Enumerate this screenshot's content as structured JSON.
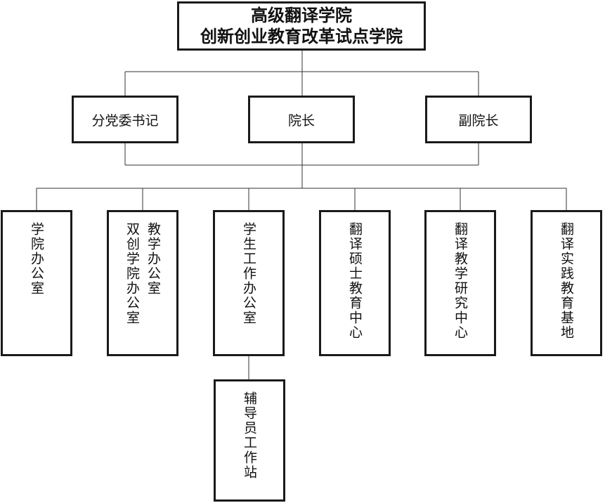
{
  "college": {
    "name": "高级翻译学院",
    "subtitle": "创新创业教育改革试点学院"
  },
  "leadership": [
    {
      "id": "party-secretary",
      "label": "分党委书记"
    },
    {
      "id": "dean",
      "label": "院长"
    },
    {
      "id": "vice-dean",
      "label": "副院长"
    }
  ],
  "departments": [
    {
      "id": "college-office",
      "label": "学院办公室"
    },
    {
      "id": "teaching-office",
      "label": "教学办公室"
    },
    {
      "id": "innovation-office",
      "label": "双创学院办公室"
    },
    {
      "id": "student-affairs-office",
      "label": "学生工作办公室"
    },
    {
      "id": "mti-center",
      "label": "翻译硕士教育中心"
    },
    {
      "id": "translation-teaching-research-center",
      "label": "翻译教学研究中心"
    },
    {
      "id": "translation-practice-base",
      "label": "翻译实践教育基地"
    }
  ],
  "sub_units": [
    {
      "id": "counselor-station",
      "label": "辅导员工作站"
    }
  ]
}
